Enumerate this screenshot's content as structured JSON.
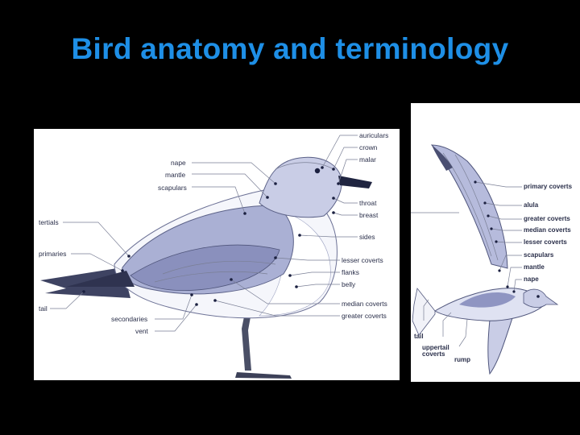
{
  "title": "Bird anatomy and terminology",
  "colors": {
    "background": "#000000",
    "title": "#1e8fe6",
    "panel": "#ffffff",
    "plumage_light": "#c9cde6",
    "plumage_mid": "#8f95c2",
    "plumage_dark": "#4a4f72"
  },
  "standing_gull": {
    "labels": {
      "auriculars": "auriculars",
      "crown": "crown",
      "malar": "malar",
      "nape": "nape",
      "mantle": "mantle",
      "scapulars": "scapulars",
      "throat": "throat",
      "breast": "breast",
      "tertials": "tertials",
      "sides": "sides",
      "primaries": "primaries",
      "lesser_coverts": "lesser coverts",
      "flanks": "flanks",
      "belly": "belly",
      "tail": "tail",
      "median_coverts": "median coverts",
      "secondaries": "secondaries",
      "greater_coverts": "greater coverts",
      "vent": "vent"
    }
  },
  "flying_gull": {
    "labels": {
      "primary_coverts": "primary coverts",
      "alula": "alula",
      "greater_coverts": "greater coverts",
      "median_coverts": "median coverts",
      "lesser_coverts": "lesser coverts",
      "scapulars": "scapulars",
      "mantle": "mantle",
      "nape": "nape",
      "tail": "tail",
      "uppertail_coverts": "uppertail coverts",
      "rump": "rump"
    }
  }
}
